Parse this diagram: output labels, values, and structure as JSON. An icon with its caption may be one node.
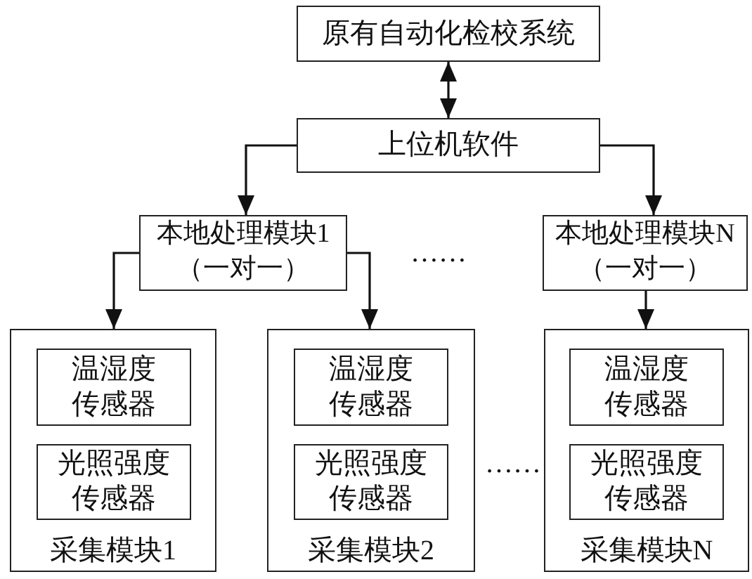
{
  "diagram": {
    "nodes": [
      {
        "text": [
          "原有自动化检校系统"
        ]
      },
      {
        "text": [
          "上位机软件"
        ]
      },
      {
        "text": [
          "本地处理模块1",
          "（一对一）"
        ]
      },
      {
        "text": [
          "本地处理模块N",
          "（一对一）"
        ]
      },
      {
        "text": [
          "采集模块1"
        ]
      },
      {
        "text": [
          "温湿度传感器"
        ],
        "in": 4
      },
      {
        "text": [
          "光照强度传感器"
        ],
        "in": 4
      },
      {
        "text": [
          "采集模块2"
        ]
      },
      {
        "text": [
          "温湿度传感器"
        ],
        "in": 7
      },
      {
        "text": [
          "光照强度传感器"
        ],
        "in": 7
      },
      {
        "text": [
          "采集模块N"
        ]
      },
      {
        "text": [
          "温湿度传感器"
        ],
        "in": 10
      },
      {
        "text": [
          "光照强度传感器"
        ],
        "in": 10
      }
    ],
    "edges": [
      {
        "from": 0,
        "to": 1,
        "arrow": "both"
      },
      {
        "from": 1,
        "to": 2,
        "arrow": "to"
      },
      {
        "from": 1,
        "to": 3,
        "arrow": "to"
      },
      {
        "from": 2,
        "to": 4,
        "arrow": "to"
      },
      {
        "from": 2,
        "to": 7,
        "arrow": "to"
      },
      {
        "from": 3,
        "to": 10,
        "arrow": "to"
      }
    ],
    "labels": [
      "……",
      "……"
    ]
  }
}
